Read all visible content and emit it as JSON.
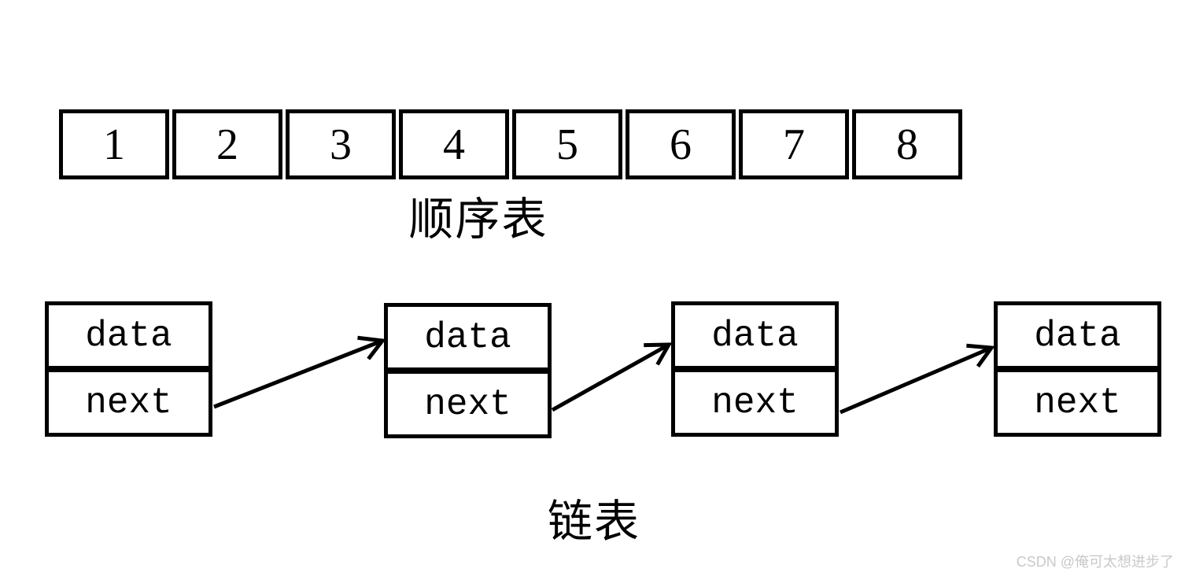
{
  "sequential_list": {
    "label": "顺序表",
    "cells": [
      "1",
      "2",
      "3",
      "4",
      "5",
      "6",
      "7",
      "8"
    ]
  },
  "linked_list": {
    "label": "链表",
    "nodes": [
      {
        "data": "data",
        "next": "next"
      },
      {
        "data": "data",
        "next": "next"
      },
      {
        "data": "data",
        "next": "next"
      },
      {
        "data": "data",
        "next": "next"
      }
    ]
  },
  "watermark": {
    "text": "CSDN @俺可太想进步了"
  },
  "colors": {
    "line": "#000000",
    "background": "#ffffff",
    "watermark_text": "#c9c9c9"
  }
}
